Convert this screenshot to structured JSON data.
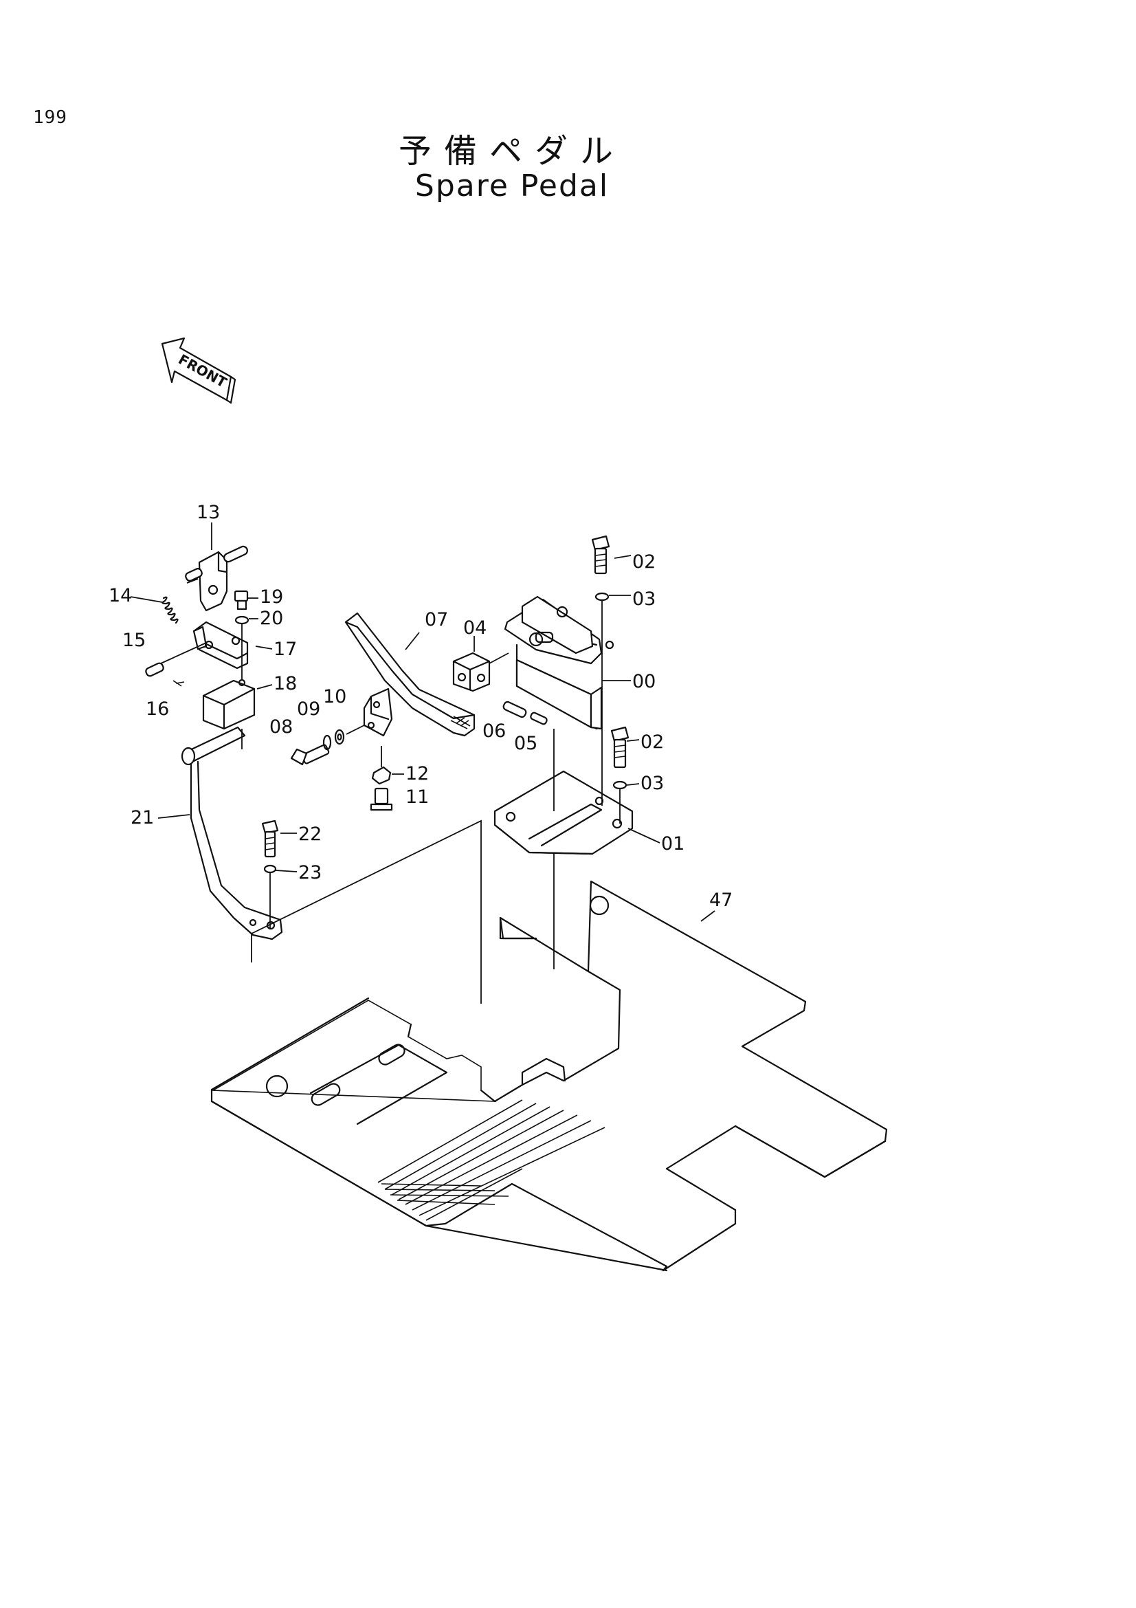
{
  "page": {
    "number": "199",
    "title_jp": "予備ペダル",
    "title_en": "Spare Pedal"
  },
  "front_indicator": "FRONT",
  "callouts": {
    "c00": "00",
    "c01": "01",
    "c02a": "02",
    "c02b": "02",
    "c03a": "03",
    "c03b": "03",
    "c04": "04",
    "c05": "05",
    "c06": "06",
    "c07": "07",
    "c08": "08",
    "c09": "09",
    "c10": "10",
    "c11": "11",
    "c12": "12",
    "c13": "13",
    "c14": "14",
    "c15": "15",
    "c16": "16",
    "c17": "17",
    "c18": "18",
    "c19": "19",
    "c20": "20",
    "c21": "21",
    "c22": "22",
    "c23": "23",
    "c47": "47"
  }
}
